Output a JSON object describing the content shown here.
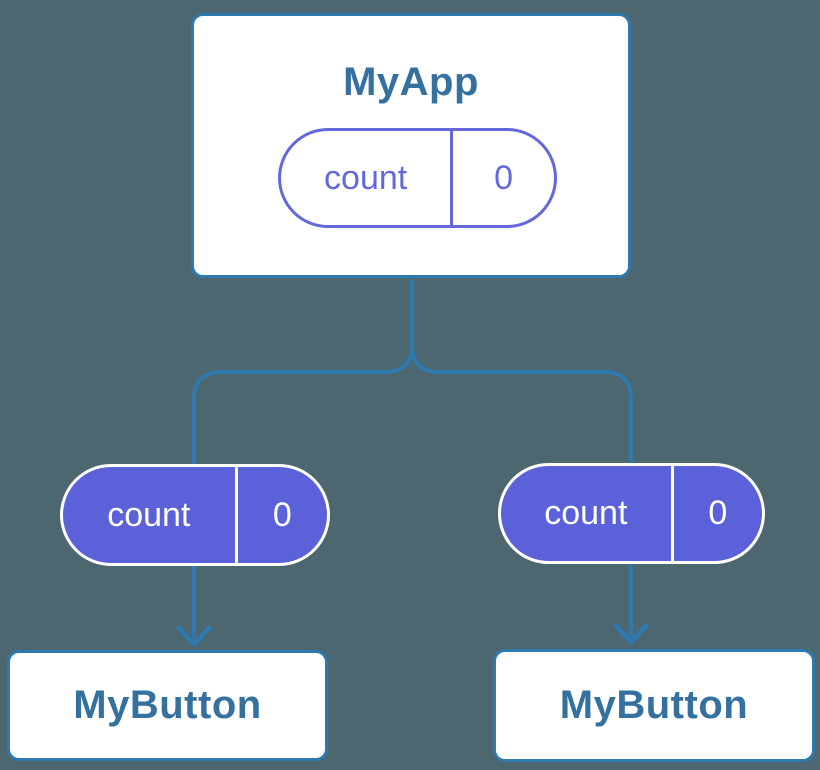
{
  "diagram": {
    "type": "component-tree",
    "root": {
      "title": "MyApp",
      "state": {
        "label": "count",
        "value": "0"
      }
    },
    "children": [
      {
        "title": "MyButton",
        "prop": {
          "label": "count",
          "value": "0"
        }
      },
      {
        "title": "MyButton",
        "prop": {
          "label": "count",
          "value": "0"
        }
      }
    ],
    "colors": {
      "background": "#4D6770",
      "connector_blue": "#2E79AE",
      "node_title_blue": "#35719F",
      "state_pill_outline_purple": "#6468DB",
      "prop_pill_fill_purple": "#5B61D9",
      "card_background": "#FFFFFF",
      "prop_pill_text": "#FFFFFF"
    }
  }
}
